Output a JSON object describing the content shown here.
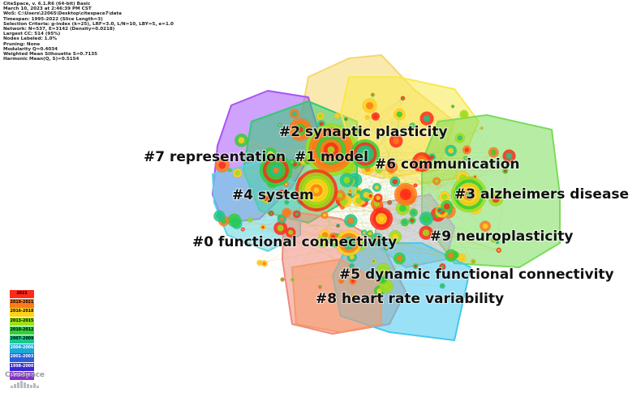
{
  "info": {
    "lines": [
      "CiteSpace, v. 6.1.R6 (64-bit) Basic",
      "March 10, 2023 at 2:46:39 PM CST",
      "WoS: C:\\Users\\22065\\Desktop\\citespace7\\data",
      "Timespan: 1995-2022 (Slice Length=3)",
      "Selection Criteria: g-index (k=25), LRF=3.0, L/N=10, LBY=5, e=1.0",
      "Network: N=537, E=3142 (Density=0.0218)",
      "Largest CC: 514 (95%)",
      "Nodes Labeled: 1.0%",
      "Pruning: None",
      "Modularity Q=0.4034",
      "Weighted Mean Silhouette S=0.7135",
      "Harmonic Mean(Q, S)=0.5154"
    ]
  },
  "clusters": [
    {
      "label": "#2 synaptic plasticity",
      "color": "#f5d76e"
    },
    {
      "label": "#7 representation",
      "color": "#a855f7"
    },
    {
      "label": "#1 model",
      "color": "#2ecc71"
    },
    {
      "label": "#6 communication",
      "color": "#f7e94a"
    },
    {
      "label": "#4 system",
      "color": "#5fd3e0"
    },
    {
      "label": "#3 alzheimers disease",
      "color": "#7bdc5a"
    },
    {
      "label": "#0 functional connectivity",
      "color": "#f08a7e"
    },
    {
      "label": "#9 neuroplasticity",
      "color": "#b0b8c8"
    },
    {
      "label": "#5 dynamic functional connectivity",
      "color": "#45c8ee"
    },
    {
      "label": "#8 heart rate variability",
      "color": "#f59a6a"
    }
  ],
  "legend": {
    "items": [
      {
        "label": "2022",
        "color": "#ff2a1a"
      },
      {
        "label": "2019-2021",
        "color": "#ff7a1a"
      },
      {
        "label": "2016-2018",
        "color": "#ffd21a"
      },
      {
        "label": "2013-2015",
        "color": "#9be01a"
      },
      {
        "label": "2010-2012",
        "color": "#2ed13a"
      },
      {
        "label": "2007-2009",
        "color": "#1ac98a"
      },
      {
        "label": "2004-2006",
        "color": "#1aa9d9"
      },
      {
        "label": "2001-2003",
        "color": "#2a5fd9"
      },
      {
        "label": "1998-2000",
        "color": "#3a2ad0"
      },
      {
        "label": "1995-1997",
        "color": "#8a2ad0"
      }
    ]
  },
  "logo": {
    "text": "CiteSpace"
  }
}
